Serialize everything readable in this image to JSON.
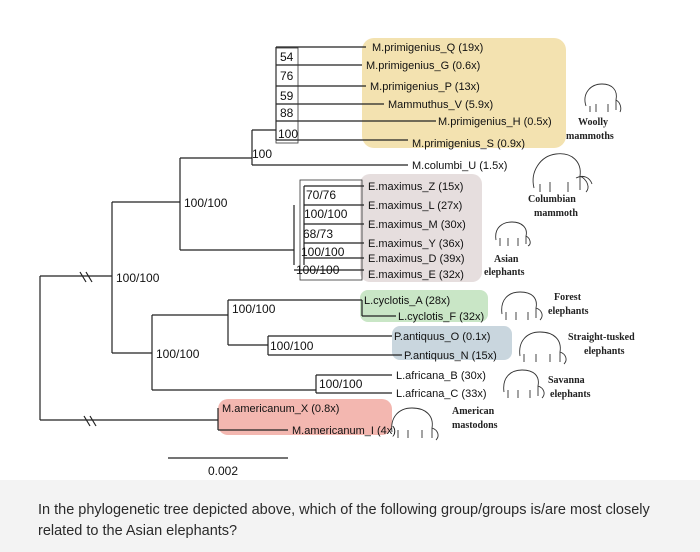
{
  "tree": {
    "taxa": {
      "q": "M.primigenius_Q (19x)",
      "g": "M.primigenius_G (0.6x)",
      "p": "M.primigenius_P (13x)",
      "v": "Mammuthus_V (5.9x)",
      "h": "M.primigenius_H (0.5x)",
      "s": "M.primigenius_S (0.9x)",
      "u": "M.columbi_U (1.5x)",
      "z": "E.maximus_Z (15x)",
      "l": "E.maximus_L (27x)",
      "m": "E.maximus_M (30x)",
      "y": "E.maximus_Y (36x)",
      "d": "E.maximus_D (39x)",
      "e": "E.maximus_E (32x)",
      "ca": "L.cyclotis_A (28x)",
      "cf": "L.cyclotis_F (32x)",
      "ao": "P.antiquus_O (0.1x)",
      "an": "P.antiquus_N (15x)",
      "ab": "L.africana_B (30x)",
      "ac": "L.africana_C (33x)",
      "mx": "M.americanum_X (0.8x)",
      "mi": "M.americanum_I (4x)"
    },
    "support": {
      "n54": "54",
      "n76": "76",
      "n59": "59",
      "n88": "88",
      "n100a": "100",
      "n100b": "100",
      "n7076": "70/76",
      "n100c": "100/100",
      "n6873": "68/73",
      "n100d": "100/100",
      "n100e": "100/100",
      "elephas_mammoth": "100/100",
      "elephantidae": "100/100",
      "loxodonta_group": "100/100",
      "forest_straight": "100/100",
      "antiquus": "100/100",
      "africana": "100/100"
    },
    "groups": {
      "woolly": [
        "Woolly",
        "mammoths"
      ],
      "columbian": [
        "Columbian",
        "mammoth"
      ],
      "asian": [
        "Asian",
        "elephants"
      ],
      "forest": [
        "Forest",
        "elephants"
      ],
      "straight": [
        "Straight-tusked",
        "elephants"
      ],
      "savanna": [
        "Savanna",
        "elephants"
      ],
      "mastodon": [
        "American",
        "mastodons"
      ]
    },
    "scale_bar": "0.002",
    "colors": {
      "woolly_highlight": "#f3e2b0",
      "asian_highlight": "#e6dede",
      "forest_highlight": "#c9e6c6",
      "straight_highlight": "#c9d6de",
      "mastodon_highlight": "#f3b7b0"
    }
  },
  "question": "In the phylogenetic tree depicted above, which of the following group/groups is/are most closely related to the Asian elephants?"
}
